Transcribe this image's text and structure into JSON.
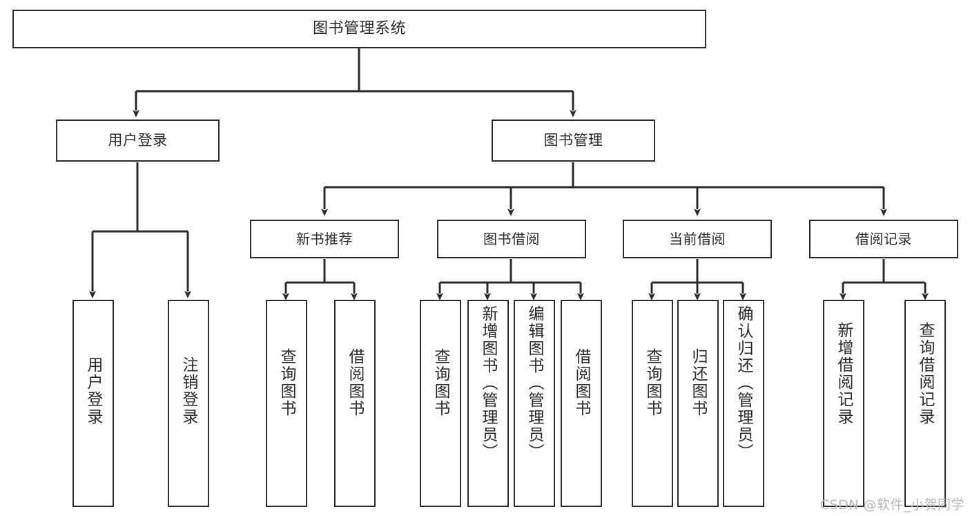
{
  "diagram": {
    "title": "图书管理系统",
    "root": {
      "label": "图书管理系统"
    },
    "level2": [
      {
        "label": "用户登录"
      },
      {
        "label": "图书管理"
      }
    ],
    "level3": [
      {
        "label": "新书推荐"
      },
      {
        "label": "图书借阅"
      },
      {
        "label": "当前借阅"
      },
      {
        "label": "借阅记录"
      }
    ],
    "leaves": {
      "user_login": [
        {
          "label": "用户登录"
        },
        {
          "label": "注销登录"
        }
      ],
      "new_book_recommend": [
        {
          "label": "查询图书"
        },
        {
          "label": "借阅图书"
        }
      ],
      "book_borrow": [
        {
          "label": "查询图书"
        },
        {
          "label": "新增图书（管理员）"
        },
        {
          "label": "编辑图书（管理员）"
        },
        {
          "label": "借阅图书"
        }
      ],
      "current_borrow": [
        {
          "label": "查询图书"
        },
        {
          "label": "归还图书"
        },
        {
          "label": "确认归还（管理员）"
        }
      ],
      "borrow_record": [
        {
          "label": "新增借阅记录"
        },
        {
          "label": "查询借阅记录"
        }
      ]
    }
  },
  "watermark": {
    "text": "CSDN @软件_小贺同学"
  },
  "colors": {
    "border": "#2b2b2b",
    "text": "#2b2b2b",
    "background": "#ffffff",
    "watermark": "#b8b8b8"
  }
}
